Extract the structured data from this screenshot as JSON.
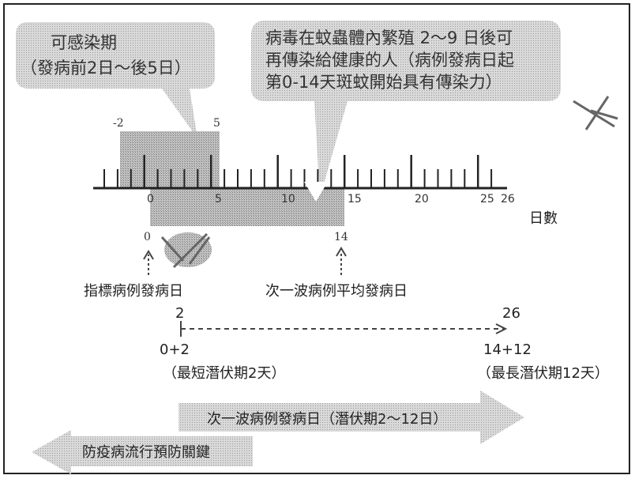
{
  "bubble_left": {
    "line1": "可感染期",
    "line2": "（發病前2日～後5日）"
  },
  "bubble_right": {
    "line1": "病毒在蚊蟲體內繁殖 2～9 日後可",
    "line2": "再傳染給健康的人（病例發病日起",
    "line3": "第0-14天斑蚊開始具有傳染力）"
  },
  "timeline": {
    "top_labels": [
      "-2",
      "5"
    ],
    "bottom_labels": [
      "0",
      "5",
      "10",
      "15",
      "20",
      "25",
      "26"
    ],
    "unit_label": "日數",
    "below_numbers": [
      "0",
      "14"
    ]
  },
  "markers": {
    "index_case": "指標病例發病日",
    "next_wave": "次一波病例平均發病日"
  },
  "incubation": {
    "start_value": "2",
    "end_value": "26",
    "start_formula": "0+2",
    "end_formula": "14+12",
    "min_note": "（最短潛伏期2天）",
    "max_note": "（最長潛伏期12天）"
  },
  "big_arrows": {
    "next_wave_onset": "次一波病例發病日（潛伏期2～12日）",
    "prevention_key": "防疫病流行預防關鍵"
  },
  "colors": {
    "shade": "#c9c9c9",
    "shade_dark": "#a9a9a9",
    "bubble": "#d6d6d6"
  }
}
